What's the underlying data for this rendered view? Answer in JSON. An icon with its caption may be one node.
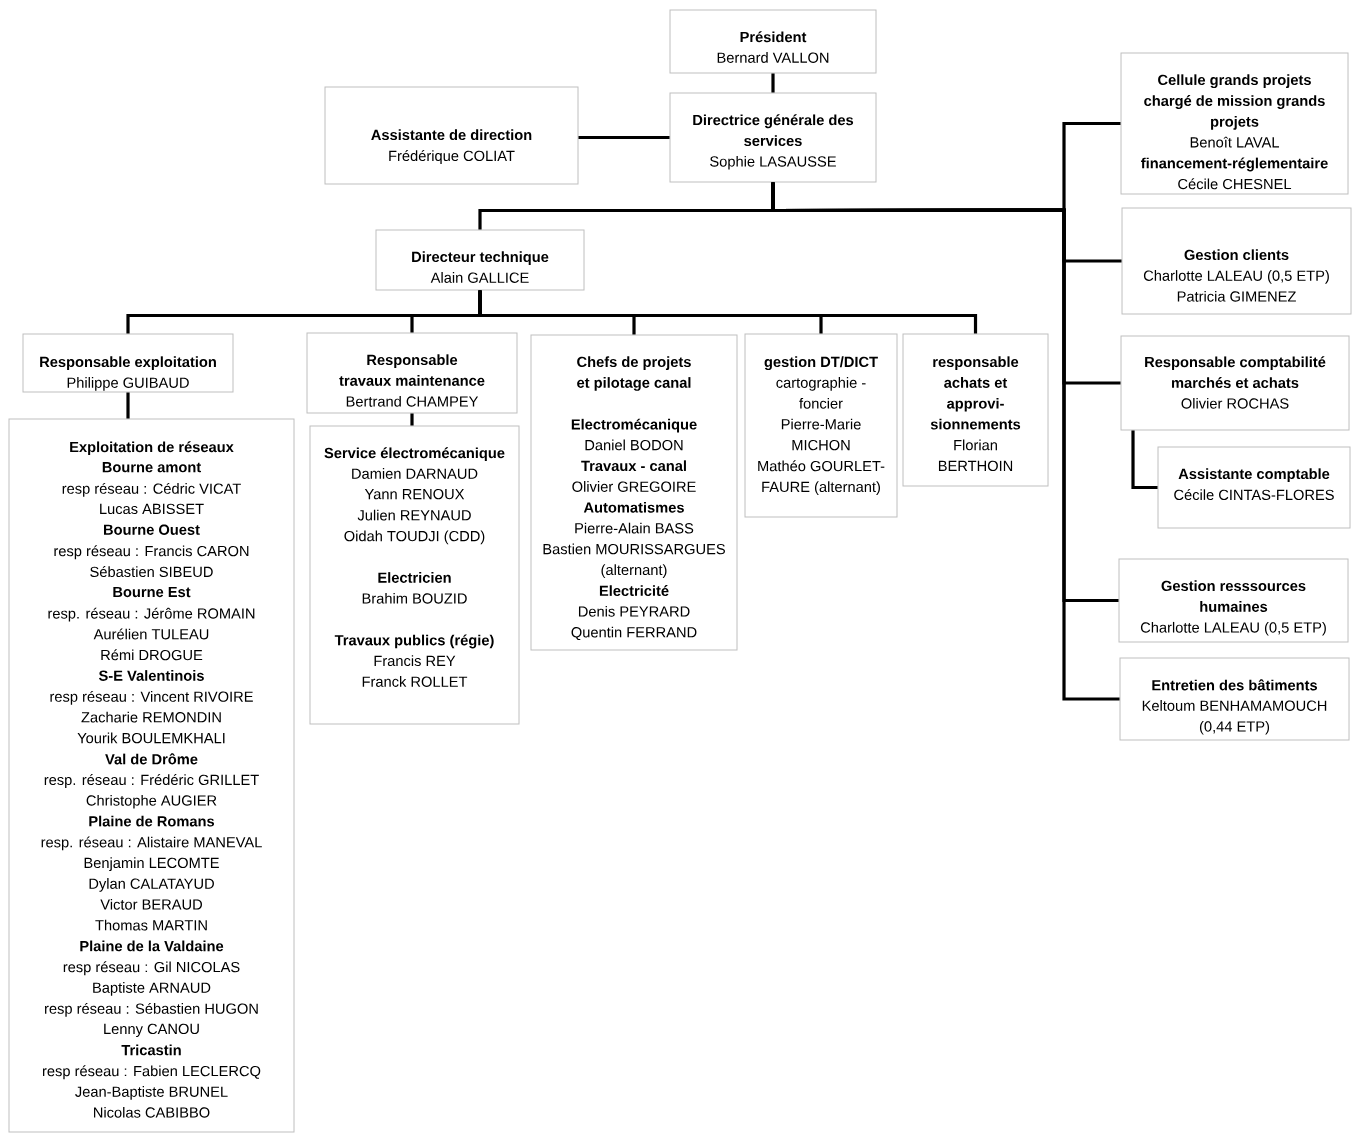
{
  "diagram": {
    "nodes": [
      {
        "text": [
          "Président",
          "Bernard VALLON"
        ]
      },
      {
        "text": [
          "Directrice générale des services",
          "Sophie LASAUSSE"
        ]
      },
      {
        "text": [
          "Assistante de direction",
          "Frédérique COLIAT"
        ]
      },
      {
        "text": [
          "Directeur technique",
          "Alain GALLICE"
        ]
      },
      {
        "text": [
          "Responsable exploitation",
          "Philippe GUIBAUD"
        ]
      },
      {
        "text": [
          "Exploitation de réseaux",
          "Bourne amont",
          "resp réseau : Cédric VICAT",
          "Lucas ABISSET",
          "Bourne Ouest",
          "resp réseau : Francis CARON",
          "Sébastien SIBEUD",
          "Bourne Est",
          "resp. réseau : Jérôme ROMAIN",
          "Aurélien TULEAU",
          "Rémi DROGUE",
          "S-E Valentinois",
          "resp réseau : Vincent RIVOIRE",
          "Zacharie REMONDIN",
          "Yourik BOULEMKHALI",
          "Val de Drôme",
          "resp. réseau : Frédéric GRILLET",
          "Christophe AUGIER",
          "Plaine de Romans",
          "resp. réseau : Alistaire MANEVAL",
          "Benjamin LECOMTE",
          "Dylan CALATAYUD",
          "Victor BERAUD",
          "Thomas MARTIN",
          "Plaine de la Valdaine",
          "resp réseau : Gil NICOLAS",
          "Baptiste ARNAUD",
          "resp réseau : Sébastien HUGON",
          "Lenny CANOU",
          "Tricastin",
          "resp réseau : Fabien LECLERCQ",
          "Jean-Baptiste BRUNEL",
          "Nicolas CABIBBO"
        ]
      },
      {
        "text": [
          "Responsable",
          "travaux maintenance",
          "Bertrand CHAMPEY"
        ]
      },
      {
        "text": [
          "Service électromécanique",
          "Damien DARNAUD",
          "Yann RENOUX",
          "Julien REYNAUD",
          "Oidah TOUDJI (CDD)",
          "Electricien",
          "Brahim BOUZID",
          "Travaux publics (régie)",
          "Francis REY",
          "Franck ROLLET"
        ]
      },
      {
        "text": [
          "Chefs de projets",
          "et pilotage canal",
          "Electromécanique",
          "Daniel BODON",
          "Travaux - canal",
          "Olivier GREGOIRE",
          "Automatismes",
          "Pierre-Alain BASS",
          "Bastien MOURISSARGUES (alternant)",
          "Electricité",
          "Denis PEYRARD",
          "Quentin FERRAND"
        ]
      },
      {
        "text": [
          "gestion DT/DICT",
          "cartographie - foncier",
          "Pierre-Marie MICHON",
          "Mathéo GOURLET-FAURE (alternant)"
        ]
      },
      {
        "text": [
          "responsable achats et approvi-sionnements",
          "Florian BERTHOIN"
        ]
      },
      {
        "text": [
          "Cellule grands projets",
          "chargé de mission grands projets",
          "Benoît LAVAL",
          "financement-réglementaire",
          "Cécile CHESNEL"
        ]
      },
      {
        "text": [
          "Gestion clients",
          "Charlotte LALEAU (0,5 ETP)",
          "Patricia GIMENEZ"
        ]
      },
      {
        "text": [
          "Responsable comptabilité marchés et achats",
          "Olivier ROCHAS"
        ]
      },
      {
        "text": [
          "Assistante comptable",
          "Cécile CINTAS-FLORES"
        ]
      },
      {
        "text": [
          "Gestion resssources humaines",
          "Charlotte LALEAU (0,5 ETP)"
        ]
      },
      {
        "text": [
          "Entretien des bâtiments",
          "Keltoum BENHAMAMOUCH (0,44 ETP)"
        ]
      }
    ],
    "edges": [
      {
        "from": 0,
        "to": 1,
        "arrow": "none"
      },
      {
        "from": 1,
        "to": 2,
        "arrow": "none"
      },
      {
        "from": 1,
        "to": 3,
        "arrow": "none"
      },
      {
        "from": 1,
        "to": 11,
        "arrow": "none"
      },
      {
        "from": 1,
        "to": 12,
        "arrow": "none"
      },
      {
        "from": 1,
        "to": 13,
        "arrow": "none"
      },
      {
        "from": 1,
        "to": 15,
        "arrow": "none"
      },
      {
        "from": 1,
        "to": 16,
        "arrow": "none"
      },
      {
        "from": 3,
        "to": 4,
        "arrow": "none"
      },
      {
        "from": 3,
        "to": 6,
        "arrow": "none"
      },
      {
        "from": 3,
        "to": 8,
        "arrow": "none"
      },
      {
        "from": 3,
        "to": 9,
        "arrow": "none"
      },
      {
        "from": 3,
        "to": 10,
        "arrow": "none"
      },
      {
        "from": 4,
        "to": 5,
        "arrow": "none"
      },
      {
        "from": 6,
        "to": 7,
        "arrow": "none"
      },
      {
        "from": 13,
        "to": 14,
        "arrow": "none"
      }
    ]
  }
}
